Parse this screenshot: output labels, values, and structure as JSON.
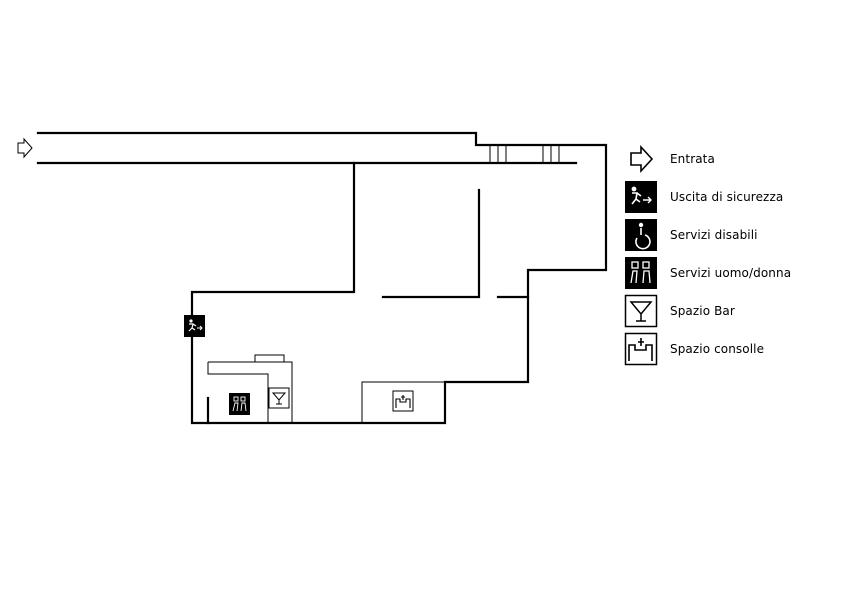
{
  "legend": {
    "items": [
      {
        "icon": "entrance-arrow-icon",
        "label": "Entrata"
      },
      {
        "icon": "emergency-exit-icon",
        "label": "Uscita di sicurezza"
      },
      {
        "icon": "accessible-toilet-icon",
        "label": "Servizi disabili"
      },
      {
        "icon": "toilets-icon",
        "label": "Servizi uomo/donna"
      },
      {
        "icon": "bar-cocktail-icon",
        "label": "Spazio Bar"
      },
      {
        "icon": "dj-console-icon",
        "label": "Spazio consolle"
      }
    ]
  },
  "colors": {
    "ink": "#000000",
    "background": "#ffffff"
  }
}
